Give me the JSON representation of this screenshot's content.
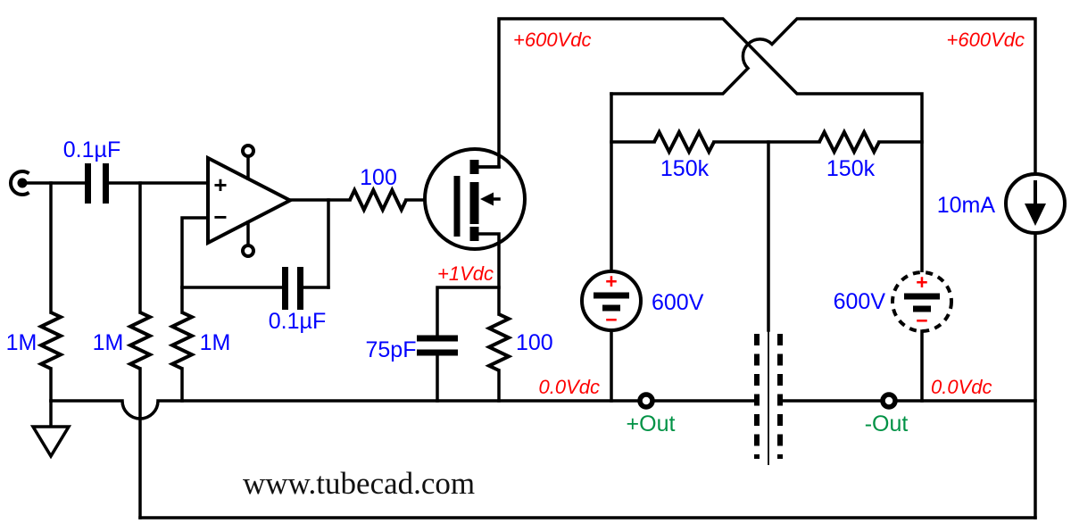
{
  "colors": {
    "wire": "#000000",
    "value_label": "#0000fe",
    "voltage_label": "#fe0000",
    "output_label": "#009245",
    "background": "#ffffff"
  },
  "branding": {
    "website": "www.tubecad.com"
  },
  "components": {
    "input_cap": "0.1µF",
    "r1": "1M",
    "r2": "1M",
    "r3": "1M",
    "feedback_cap": "0.1µF",
    "gate_resistor": "100",
    "comp_cap": "75pF",
    "source_resistor": "100",
    "plate_resistor_left": "150k",
    "plate_resistor_right": "150k",
    "battery_left": "600V",
    "battery_right": "600V",
    "current_source": "10mA"
  },
  "opamp": {
    "noninverting": "+",
    "inverting": "−"
  },
  "battery_marks": {
    "plus": "+",
    "minus": "−"
  },
  "annotations": {
    "rail_left_voltage": "+600Vdc",
    "rail_right_voltage": "+600Vdc",
    "mosfet_source_voltage": "+1Vdc",
    "out_pos_voltage": "0.0Vdc",
    "out_neg_voltage": "0.0Vdc",
    "out_pos_label": "+Out",
    "out_neg_label": "-Out"
  }
}
